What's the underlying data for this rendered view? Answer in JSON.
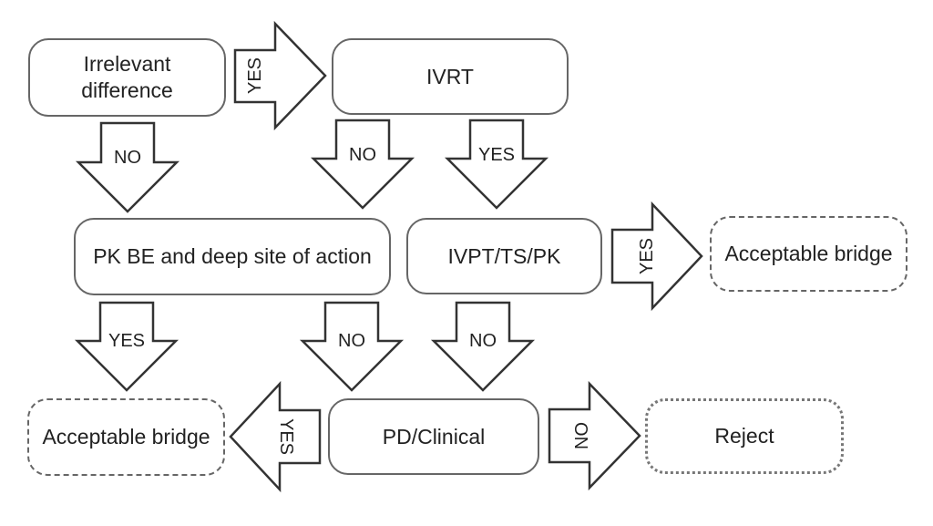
{
  "nodes": {
    "irrelevant_difference": "Irrelevant difference",
    "ivrt": "IVRT",
    "pk_be": "PK BE and deep site of action",
    "ivpt": "IVPT/TS/PK",
    "acceptable_bridge_right": "Acceptable bridge",
    "acceptable_bridge_left": "Acceptable bridge",
    "pd_clinical": "PD/Clinical",
    "reject": "Reject"
  },
  "arrows": {
    "a1": "YES",
    "a2": "NO",
    "a3": "NO",
    "a4": "YES",
    "a5": "YES",
    "a6": "YES",
    "a7": "NO",
    "a8": "NO",
    "a9": "YES",
    "a10": "NO"
  },
  "colors": {
    "stroke": "#666666",
    "text": "#222222",
    "background": "#ffffff"
  }
}
